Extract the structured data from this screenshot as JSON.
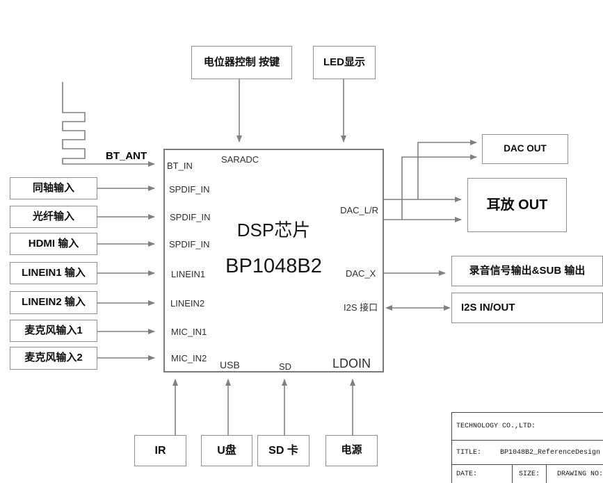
{
  "colors": {
    "line": "#808080",
    "box_border": "#8f8f8f",
    "chip_border": "#7b7b7b",
    "text": "#111111"
  },
  "antenna": {
    "label": "BT_ANT"
  },
  "top_boxes": [
    {
      "label": "电位器控制 按键"
    },
    {
      "label": "LED显示"
    }
  ],
  "left_boxes": [
    {
      "label": "同轴输入"
    },
    {
      "label": "光纤输入"
    },
    {
      "label": "HDMI 输入"
    },
    {
      "label": "LINEIN1 输入"
    },
    {
      "label": "LINEIN2 输入"
    },
    {
      "label": "麦克风输入1"
    },
    {
      "label": "麦克风输入2"
    }
  ],
  "right_boxes": [
    {
      "label": "DAC OUT"
    },
    {
      "label": "耳放 OUT"
    },
    {
      "label": "录音信号输出&SUB 输出"
    },
    {
      "label": "I2S IN/OUT"
    }
  ],
  "bottom_boxes": [
    {
      "label": "IR"
    },
    {
      "label": "U盘"
    },
    {
      "label": "SD 卡"
    },
    {
      "label": "电源"
    }
  ],
  "chip": {
    "name_line1": "DSP芯片",
    "name_line2": "BP1048B2",
    "pins": {
      "bt_in": "BT_IN",
      "saradc": "SARADC",
      "spdif_in_1": "SPDIF_IN",
      "spdif_in_2": "SPDIF_IN",
      "spdif_in_3": "SPDIF_IN",
      "linein1": "LINEIN1",
      "linein2": "LINEIN2",
      "mic_in1": "MIC_IN1",
      "mic_in2": "MIC_IN2",
      "usb": "USB",
      "sd": "SD",
      "ldoin": "LDOIN",
      "dac_lr": "DAC_L/R",
      "dac_x": "DAC_X",
      "i2s": "I2S 接口"
    }
  },
  "title_block": {
    "company": "TECHNOLOGY CO.,LTD:",
    "title_label": "TITLE:",
    "title_value": "BP1048B2_ReferenceDesign",
    "date_label": "DATE:",
    "size_label": "SIZE:",
    "drawing_label": "DRAWING NO:"
  }
}
